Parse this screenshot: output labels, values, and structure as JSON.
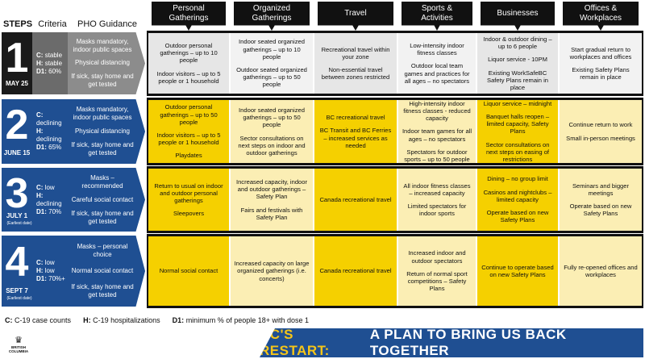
{
  "header": {
    "steps": "STEPS",
    "criteria": "Criteria",
    "pho": "PHO Guidance",
    "categories": [
      "Personal\nGatherings",
      "Organized\nGatherings",
      "Travel",
      "Sports &\nActivities",
      "Businesses",
      "Offices &\nWorkplaces"
    ]
  },
  "colors": {
    "step1": "#1a1a1a",
    "step1_criteria": "#6b6b6b",
    "step1_pho": "#8c8c8c",
    "step1_cell_a": "#e6e6e6",
    "step1_cell_b": "#f2f2f2",
    "blue": "#1f4f92",
    "blue_dark": "#173d73",
    "yellow": "#f5d000",
    "yellow_light": "#fbeeb4",
    "banner": "#1f4f92",
    "banner_accent": "#f5c518"
  },
  "steps": [
    {
      "number": "1",
      "date": "MAY 25",
      "subnote": "",
      "criteria": [
        {
          "key": "C:",
          "text": "stable"
        },
        {
          "key": "H:",
          "text": "stable"
        },
        {
          "key": "D1:",
          "text": "60%"
        }
      ],
      "pho": [
        "Masks mandatory, indoor public spaces",
        "Physical distancing",
        "If sick, stay home and get tested"
      ],
      "cells": [
        [
          "Outdoor personal gatherings – up to 10 people",
          "Indoor visitors – up to 5 people or 1 household"
        ],
        [
          "Indoor seated organized gatherings – up to 10 people",
          "Outdoor seated organized gatherings – up to 50 people"
        ],
        [
          "Recreational travel within your zone",
          "Non-essential travel between zones restricted"
        ],
        [
          "Low-intensity indoor fitness classes",
          "Outdoor local team games and practices for all ages – no spectators"
        ],
        [
          "Indoor & outdoor dining – up to 6 people",
          "Liquor service - 10PM",
          "Existing WorkSafeBC Safety Plans remain in place"
        ],
        [
          "Start gradual return to workplaces and offices",
          "Existing Safety Plans remain in place"
        ]
      ]
    },
    {
      "number": "2",
      "date": "JUNE 15",
      "subnote": "",
      "criteria": [
        {
          "key": "C:",
          "text": "declining"
        },
        {
          "key": "H:",
          "text": "declining"
        },
        {
          "key": "D1:",
          "text": "65%"
        }
      ],
      "pho": [
        "Masks mandatory, indoor public spaces",
        "Physical distancing",
        "If sick, stay home and get tested"
      ],
      "cells": [
        [
          "Outdoor personal gatherings – up to 50 people",
          "Indoor visitors – up to 5 people or 1 household",
          "Playdates"
        ],
        [
          "Indoor seated organized gatherings – up to 50 people",
          "Sector consultations on next steps on indoor and outdoor gatherings"
        ],
        [
          "BC recreational travel",
          "BC Transit and BC Ferries – increased services as needed"
        ],
        [
          "High-intensity indoor fitness classes - reduced capacity",
          "Indoor team games for all ages – no spectators",
          "Spectators for outdoor sports – up to 50 people"
        ],
        [
          "Liquor service – midnight",
          "Banquet halls reopen – limited capacity, Safety Plans",
          "Sector consultations on next steps on easing of restrictions"
        ],
        [
          "Continue return to work",
          "Small in-person meetings"
        ]
      ]
    },
    {
      "number": "3",
      "date": "JULY 1",
      "subnote": "(Earliest date)",
      "criteria": [
        {
          "key": "C:",
          "text": "low"
        },
        {
          "key": "H:",
          "text": "declining"
        },
        {
          "key": "D1:",
          "text": "70%"
        }
      ],
      "pho": [
        "Masks – recommended",
        "Careful social contact",
        "If sick, stay home and get tested"
      ],
      "cells": [
        [
          "Return to usual on indoor and outdoor personal gatherings",
          "Sleepovers"
        ],
        [
          "Increased capacity, indoor and outdoor gatherings – Safety Plan",
          "Fairs and festivals with Safety Plan"
        ],
        [
          "Canada recreational travel"
        ],
        [
          "All indoor fitness classes – increased capacity",
          "Limited spectators for indoor sports"
        ],
        [
          "Dining – no group limit",
          "Casinos and nightclubs – limited capacity",
          "Operate based on new Safety Plans"
        ],
        [
          "Seminars and bigger meetings",
          "Operate based on new Safety Plans"
        ]
      ]
    },
    {
      "number": "4",
      "date": "SEPT 7",
      "subnote": "(Earliest date)",
      "criteria": [
        {
          "key": "C:",
          "text": "low"
        },
        {
          "key": "H:",
          "text": "low"
        },
        {
          "key": "D1:",
          "text": "70%+"
        }
      ],
      "pho": [
        "Masks – personal choice",
        "Normal social contact",
        "If sick, stay home and get tested"
      ],
      "cells": [
        [
          "Normal social contact"
        ],
        [
          "Increased capacity on large organized gatherings (i.e. concerts)"
        ],
        [
          "Canada recreational travel"
        ],
        [
          "Increased indoor and outdoor spectators",
          "Return of normal sport competitions – Safety Plans"
        ],
        [
          "Continue to operate based on new Safety Plans"
        ],
        [
          "Fully re-opened offices and workplaces"
        ]
      ]
    }
  ],
  "legend": {
    "c_key": "C:",
    "c_text": "C-19 case counts",
    "h_key": "H:",
    "h_text": "C-19 hospitalizations",
    "d1_key": "D1:",
    "d1_text": "minimum % of people 18+ with dose 1"
  },
  "logo": {
    "icon": "crown-logo-icon",
    "text": "BRITISH COLUMBIA"
  },
  "banner": {
    "accent": "BC'S RESTART:",
    "text": "A PLAN TO BRING US BACK TOGETHER"
  }
}
